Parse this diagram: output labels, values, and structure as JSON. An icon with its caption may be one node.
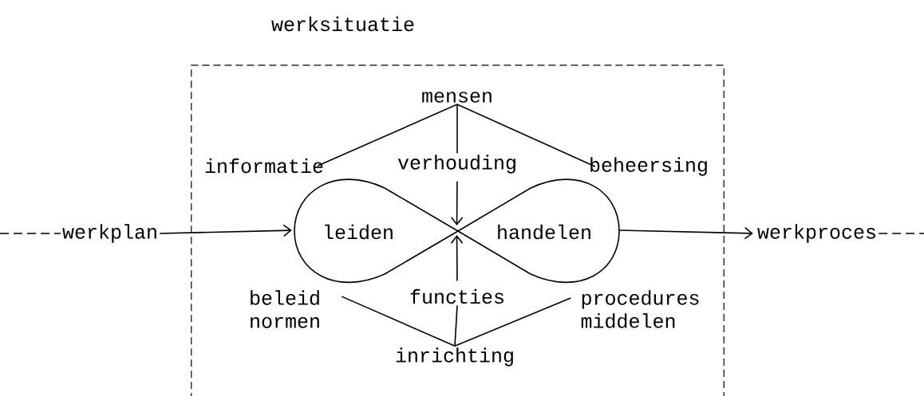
{
  "diagram": {
    "nodes": [
      {
        "text": [
          "werksituatie"
        ]
      },
      {
        "text": [
          "mensen"
        ],
        "in": 0
      },
      {
        "text": [
          "informatie"
        ],
        "in": 0
      },
      {
        "text": [
          "verhouding"
        ],
        "in": 0
      },
      {
        "text": [
          "beheersing"
        ],
        "in": 0
      },
      {
        "text": [
          "werkplan"
        ]
      },
      {
        "text": [
          "leiden",
          "handelen"
        ],
        "in": 0
      },
      {
        "text": [
          "werkproces"
        ]
      },
      {
        "text": [
          "beleid normen"
        ],
        "in": 0
      },
      {
        "text": [
          "functies"
        ],
        "in": 0
      },
      {
        "text": [
          "procedures middelen"
        ],
        "in": 0
      },
      {
        "text": [
          "inrichting"
        ],
        "in": 0
      }
    ],
    "edges": [
      {
        "from": null,
        "to": 5,
        "arrow": "none",
        "style": "dashed"
      },
      {
        "from": 1,
        "to": 2,
        "arrow": "none"
      },
      {
        "from": 1,
        "to": 3,
        "arrow": "none"
      },
      {
        "from": 1,
        "to": 4,
        "arrow": "none"
      },
      {
        "from": 5,
        "to": 6,
        "arrow": "to"
      },
      {
        "from": 3,
        "to": 6,
        "arrow": "to"
      },
      {
        "from": 9,
        "to": 6,
        "arrow": "to"
      },
      {
        "from": 6,
        "to": 7,
        "arrow": "to"
      },
      {
        "from": 7,
        "to": null,
        "arrow": "none",
        "style": "dashed"
      },
      {
        "from": 11,
        "to": 8,
        "arrow": "none"
      },
      {
        "from": 11,
        "to": 9,
        "arrow": "none"
      },
      {
        "from": 11,
        "to": 10,
        "arrow": "none"
      }
    ]
  }
}
